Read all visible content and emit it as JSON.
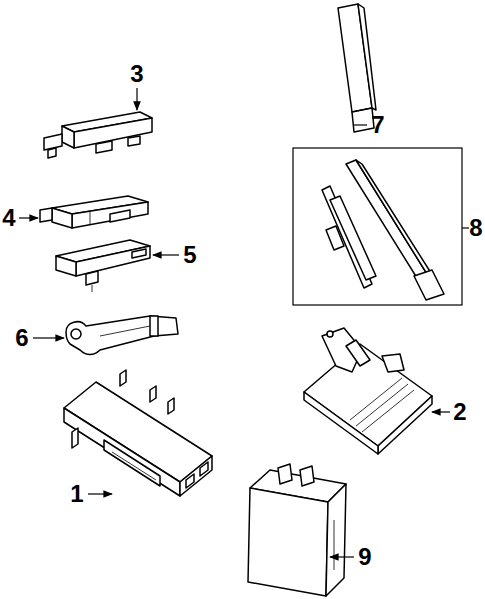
{
  "diagram": {
    "labels": [
      "3",
      "7",
      "4",
      "5",
      "8",
      "6",
      "2",
      "1",
      "9"
    ]
  }
}
